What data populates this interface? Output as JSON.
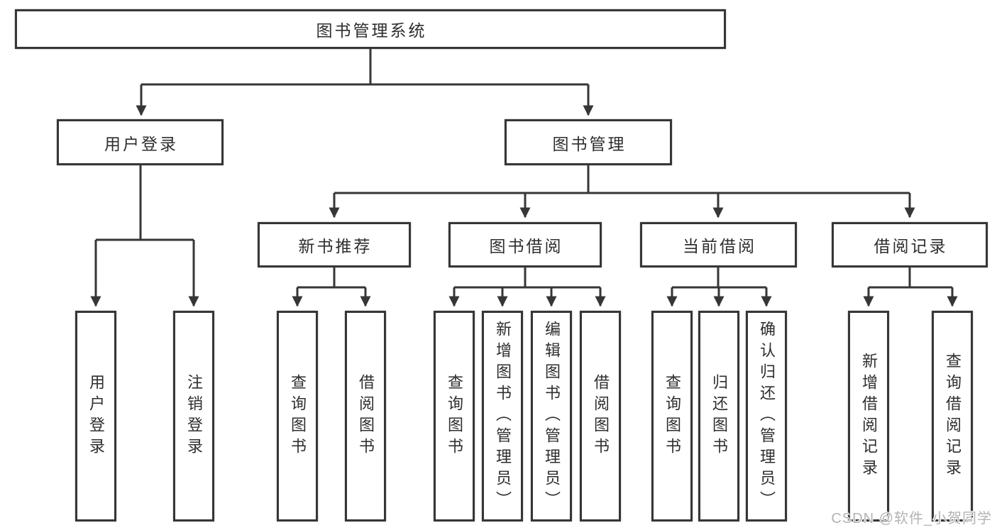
{
  "diagram_title": "图书管理系统",
  "tree": {
    "label": "图书管理系统",
    "children": [
      {
        "label": "用户登录",
        "children": [
          {
            "label": "用户登录"
          },
          {
            "label": "注销登录"
          }
        ]
      },
      {
        "label": "图书管理",
        "children": [
          {
            "label": "新书推荐",
            "children": [
              {
                "label": "查询图书"
              },
              {
                "label": "借阅图书"
              }
            ]
          },
          {
            "label": "图书借阅",
            "children": [
              {
                "label": "查询图书"
              },
              {
                "label": "新增图书（管理员）"
              },
              {
                "label": "编辑图书（管理员）"
              },
              {
                "label": "借阅图书"
              }
            ]
          },
          {
            "label": "当前借阅",
            "children": [
              {
                "label": "查询图书"
              },
              {
                "label": "归还图书"
              },
              {
                "label": "确认归还（管理员）"
              }
            ]
          },
          {
            "label": "借阅记录",
            "children": [
              {
                "label": "新增借阅记录"
              },
              {
                "label": "查询借阅记录"
              }
            ]
          }
        ]
      }
    ]
  },
  "watermark": {
    "text": "CSDN @软件_小贺同学"
  },
  "colors": {
    "line": "#363636",
    "box_border": "#363636",
    "text": "#2e2e2e",
    "watermark": "#b3b3b3",
    "background": "#ffffff"
  }
}
